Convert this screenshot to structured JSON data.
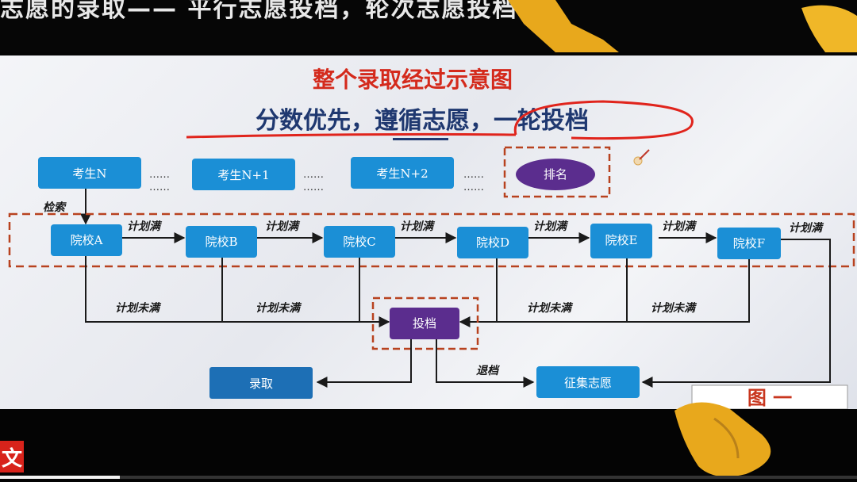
{
  "top_banner": {
    "text": "志愿的录取—— 平行志愿投档，轮次志愿投档"
  },
  "slide": {
    "title": "整个录取经过示意图",
    "subtitle": "分数优先，遵循志愿，一轮投档",
    "figure_label": "图 一"
  },
  "candidates": [
    "考生N",
    "考生N+1",
    "考生N+2"
  ],
  "ellipsis": "……",
  "rank_label": "排名",
  "search_label": "检索",
  "schools": [
    "院校A",
    "院校B",
    "院校C",
    "院校D",
    "院校E",
    "院校F"
  ],
  "plan_full_label": "计划满",
  "plan_not_full_label": "计划未满",
  "toudang_label": "投档",
  "luqu_label": "录取",
  "tuidang_label": "退档",
  "zhengji_label": "征集志愿",
  "badge": {
    "text": "文"
  },
  "video": {
    "progress": 0.14
  },
  "colors": {
    "box_blue": "#1b8fd6",
    "box_dark_blue": "#1d6fb5",
    "purple": "#5b2d8e",
    "dashed_red": "#b8421f",
    "title_red": "#d42a1c",
    "subtitle_navy": "#1f3870",
    "gold": "#e8a81c"
  }
}
